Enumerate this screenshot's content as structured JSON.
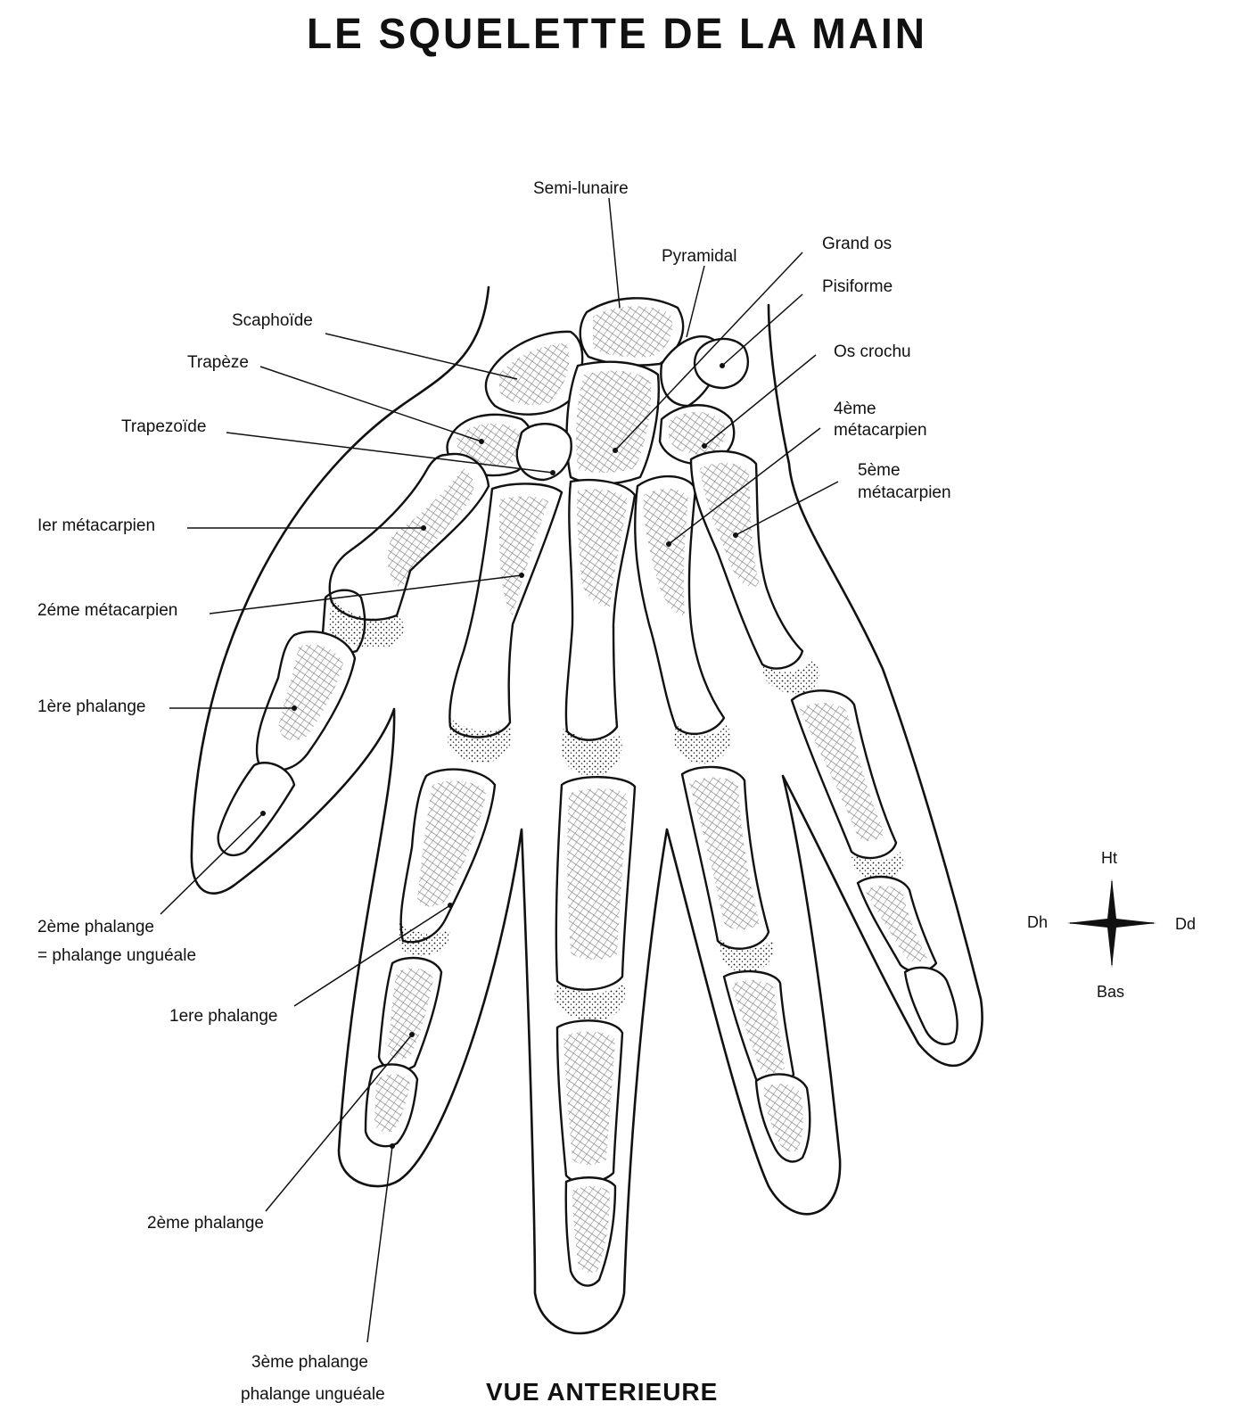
{
  "title": "LE SQUELETTE DE LA MAIN",
  "subtitle": "VUE ANTERIEURE",
  "labels": {
    "semi_lunaire": "Semi-lunaire",
    "pyramidal": "Pyramidal",
    "grand_os": "Grand os",
    "pisiforme": "Pisiforme",
    "os_crochu": "Os crochu",
    "scaphoide": "Scaphoïde",
    "trapeze": "Trapèze",
    "trapezoide": "Trapezoïde",
    "metacarpien_4_line1": "4ème",
    "metacarpien_4_line2": "métacarpien",
    "metacarpien_5_line1": "5ème",
    "metacarpien_5_line2": "métacarpien",
    "metacarpien_1": "Ier métacarpien",
    "metacarpien_2": "2éme métacarpien",
    "pouce_phalange_1": "1ère phalange",
    "pouce_phalange_2": "2ème phalange",
    "pouce_phalange_2_note": "= phalange unguéale",
    "index_phalange_1": "1ere phalange",
    "index_phalange_2": "2ème phalange",
    "index_phalange_3": "3ème phalange",
    "index_phalange_3_note": "phalange unguéale"
  },
  "orientation": {
    "top": "Ht",
    "left": "Dh",
    "right": "Dd",
    "bottom": "Bas"
  }
}
